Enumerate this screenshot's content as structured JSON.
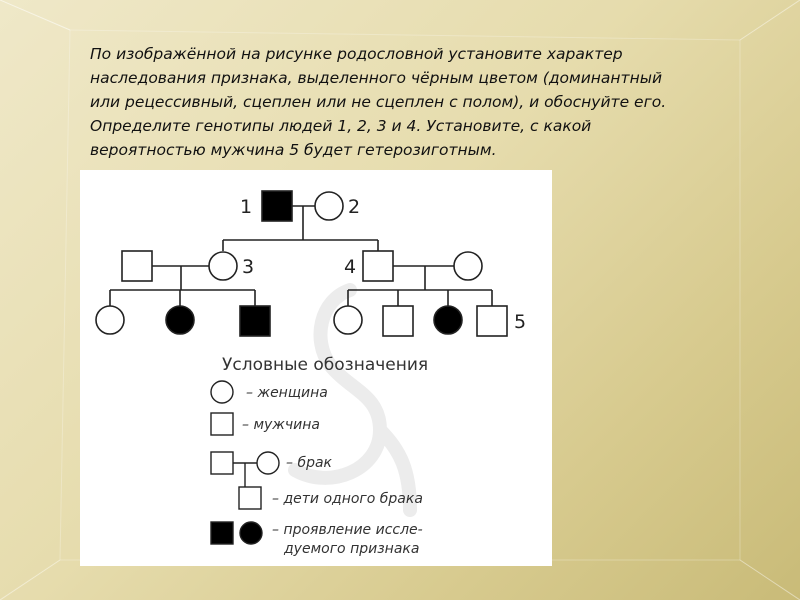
{
  "question": {
    "lines": [
      "По изображённой на рисунке родословной установите характер",
      "наследования признака, выделенного чёрным цветом (доминантный",
      "или рецессивный, сцеплен или не сцеплен с полом), и обоснуйте его.",
      "Определите генотипы людей 1, 2, 3 и 4. Установите, с какой",
      "вероятностью мужчина 5 будет гетерозиготным."
    ]
  },
  "pedigree": {
    "labels": {
      "p1": "1",
      "p2": "2",
      "p3": "3",
      "p4": "4",
      "p5": "5"
    },
    "affected_color": "#000000",
    "individuals": [
      {
        "id": "gen1-male",
        "sex": "male",
        "affected": true,
        "label": "1"
      },
      {
        "id": "gen1-female",
        "sex": "female",
        "affected": false,
        "label": "2"
      },
      {
        "id": "gen2-spouse-male",
        "sex": "male",
        "affected": false,
        "label": ""
      },
      {
        "id": "gen2-daughter",
        "sex": "female",
        "affected": false,
        "label": "3"
      },
      {
        "id": "gen2-son",
        "sex": "male",
        "affected": false,
        "label": "4"
      },
      {
        "id": "gen2-spouse-female",
        "sex": "female",
        "affected": false,
        "label": ""
      },
      {
        "id": "gen3-c1",
        "sex": "female",
        "affected": false,
        "label": ""
      },
      {
        "id": "gen3-c2",
        "sex": "female",
        "affected": true,
        "label": ""
      },
      {
        "id": "gen3-c3",
        "sex": "male",
        "affected": true,
        "label": ""
      },
      {
        "id": "gen3-c4",
        "sex": "female",
        "affected": false,
        "label": ""
      },
      {
        "id": "gen3-c5",
        "sex": "male",
        "affected": false,
        "label": ""
      },
      {
        "id": "gen3-c6",
        "sex": "female",
        "affected": true,
        "label": ""
      },
      {
        "id": "gen3-c7",
        "sex": "male",
        "affected": false,
        "label": "5"
      }
    ]
  },
  "legend": {
    "title": "Условные обозначения",
    "female": "– женщина",
    "male": "– мужчина",
    "marriage": "– брак",
    "children": "– дети одного брака",
    "trait_line1": "– проявление иссле-",
    "trait_line2": "дуемого признака"
  }
}
